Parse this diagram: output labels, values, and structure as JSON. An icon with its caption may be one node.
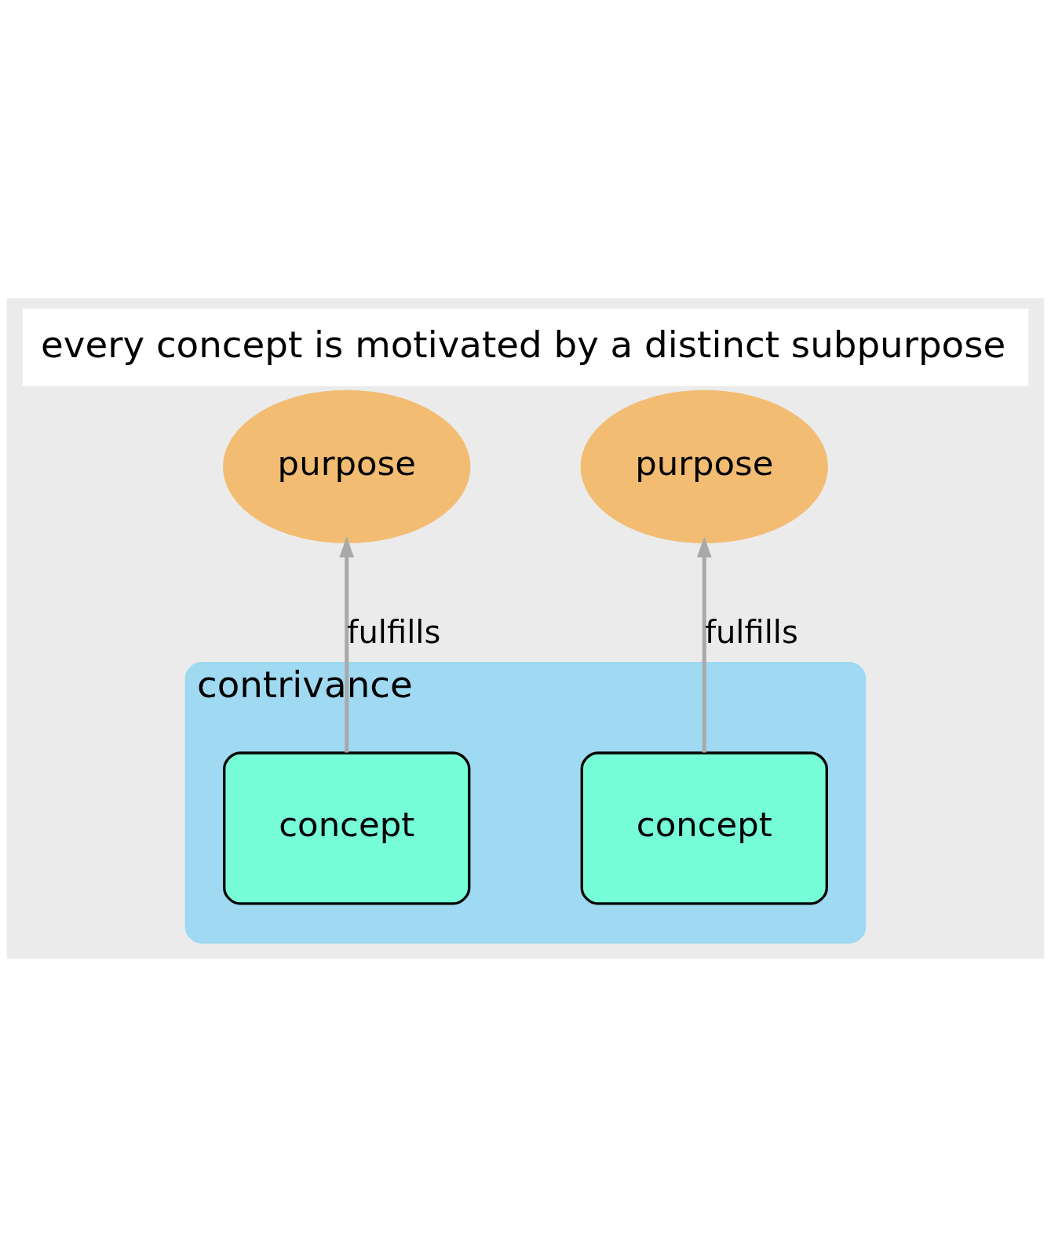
{
  "diagram": {
    "title": "every concept is motivated by a distinct subpurpose",
    "nodes": [
      {
        "text": [
          "contrivance"
        ]
      },
      {
        "text": [
          "concept"
        ],
        "in": 0
      },
      {
        "text": [
          "concept"
        ],
        "in": 0
      },
      {
        "text": [
          "purpose"
        ]
      },
      {
        "text": [
          "purpose"
        ]
      }
    ],
    "edges": [
      {
        "from": 1,
        "to": 3,
        "arrow": "to",
        "label": "fulfills"
      },
      {
        "from": 2,
        "to": 4,
        "arrow": "to",
        "label": "fulfills"
      }
    ]
  }
}
